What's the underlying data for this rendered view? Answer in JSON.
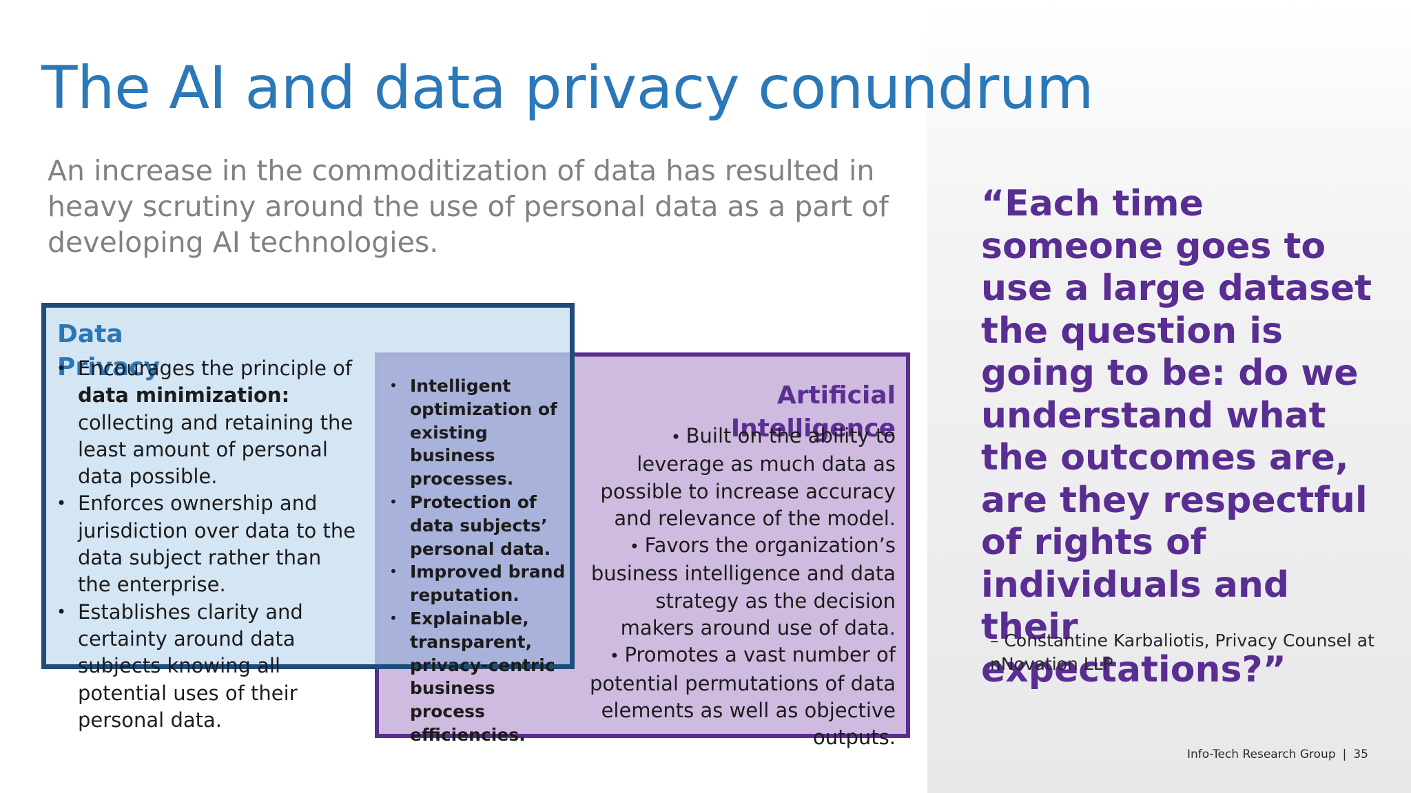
{
  "title": "The AI and data privacy conundrum",
  "subtitle": "An increase in the commoditization of data has resulted in heavy scrutiny around the use of personal data as a part of developing AI technologies.",
  "venn": {
    "privacy": {
      "label": "Data Privacy",
      "bullets": [
        {
          "pre": "Encourages the principle of ",
          "bold": "data minimization:",
          "post": " collecting and retaining the least amount of personal data possible."
        },
        {
          "pre": "Enforces ownership and jurisdiction over data to the data subject rather than the enterprise.",
          "bold": "",
          "post": ""
        },
        {
          "pre": "Establishes clarity and certainty around data subjects knowing all potential uses of their personal data.",
          "bold": "",
          "post": ""
        }
      ]
    },
    "overlap": {
      "bullets": [
        "Intelligent optimization of existing business processes.",
        "Protection of data subjects’ personal data.",
        "Improved brand reputation.",
        "Explainable, transparent, privacy-centric business process efficiencies."
      ]
    },
    "ai": {
      "label": "Artificial Intelligence",
      "bullets": [
        "Built on the ability to leverage as much data as possible to increase accuracy and relevance of the model.",
        "Favors the organization’s business intelligence and data strategy as the decision makers around use of data.",
        "Promotes a vast number of potential permutations of data elements as well as objective outputs."
      ]
    }
  },
  "quote": {
    "text": "“Each time someone goes to use a large dataset the question is going to be: do we understand what the outcomes are, are they respectful of rights of individuals and their expectations?”",
    "attribution": "– Constantine Karbaliotis, Privacy Counsel at nNovation LLP"
  },
  "footer": {
    "org": "Info-Tech Research Group",
    "separator": "|",
    "page": "35"
  },
  "colors": {
    "title": "#2a78b8",
    "privacy_border": "#1e4d7c",
    "ai_border": "#5b2d8e",
    "quote": "#5a2d92"
  }
}
